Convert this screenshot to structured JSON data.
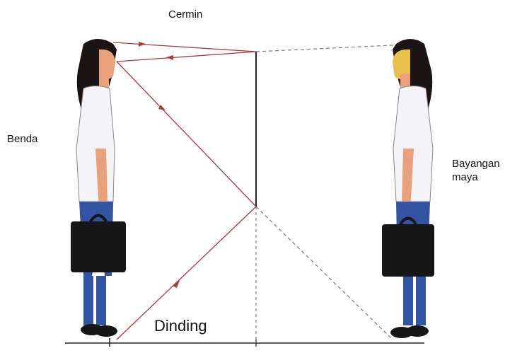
{
  "labels": {
    "mirror": "Cermin",
    "object": "Benda",
    "virtual_image": "Bayangan\nmaya",
    "wall": "Dinding"
  },
  "colors": {
    "ray": "#a83a3a",
    "dashed": "#7a7a7a",
    "mirror": "#222222",
    "hair": "#1a1414",
    "skin": "#e8a17a",
    "shirt": "#f4f4f8",
    "jeans": "#3353a3",
    "bag": "#161616"
  }
}
